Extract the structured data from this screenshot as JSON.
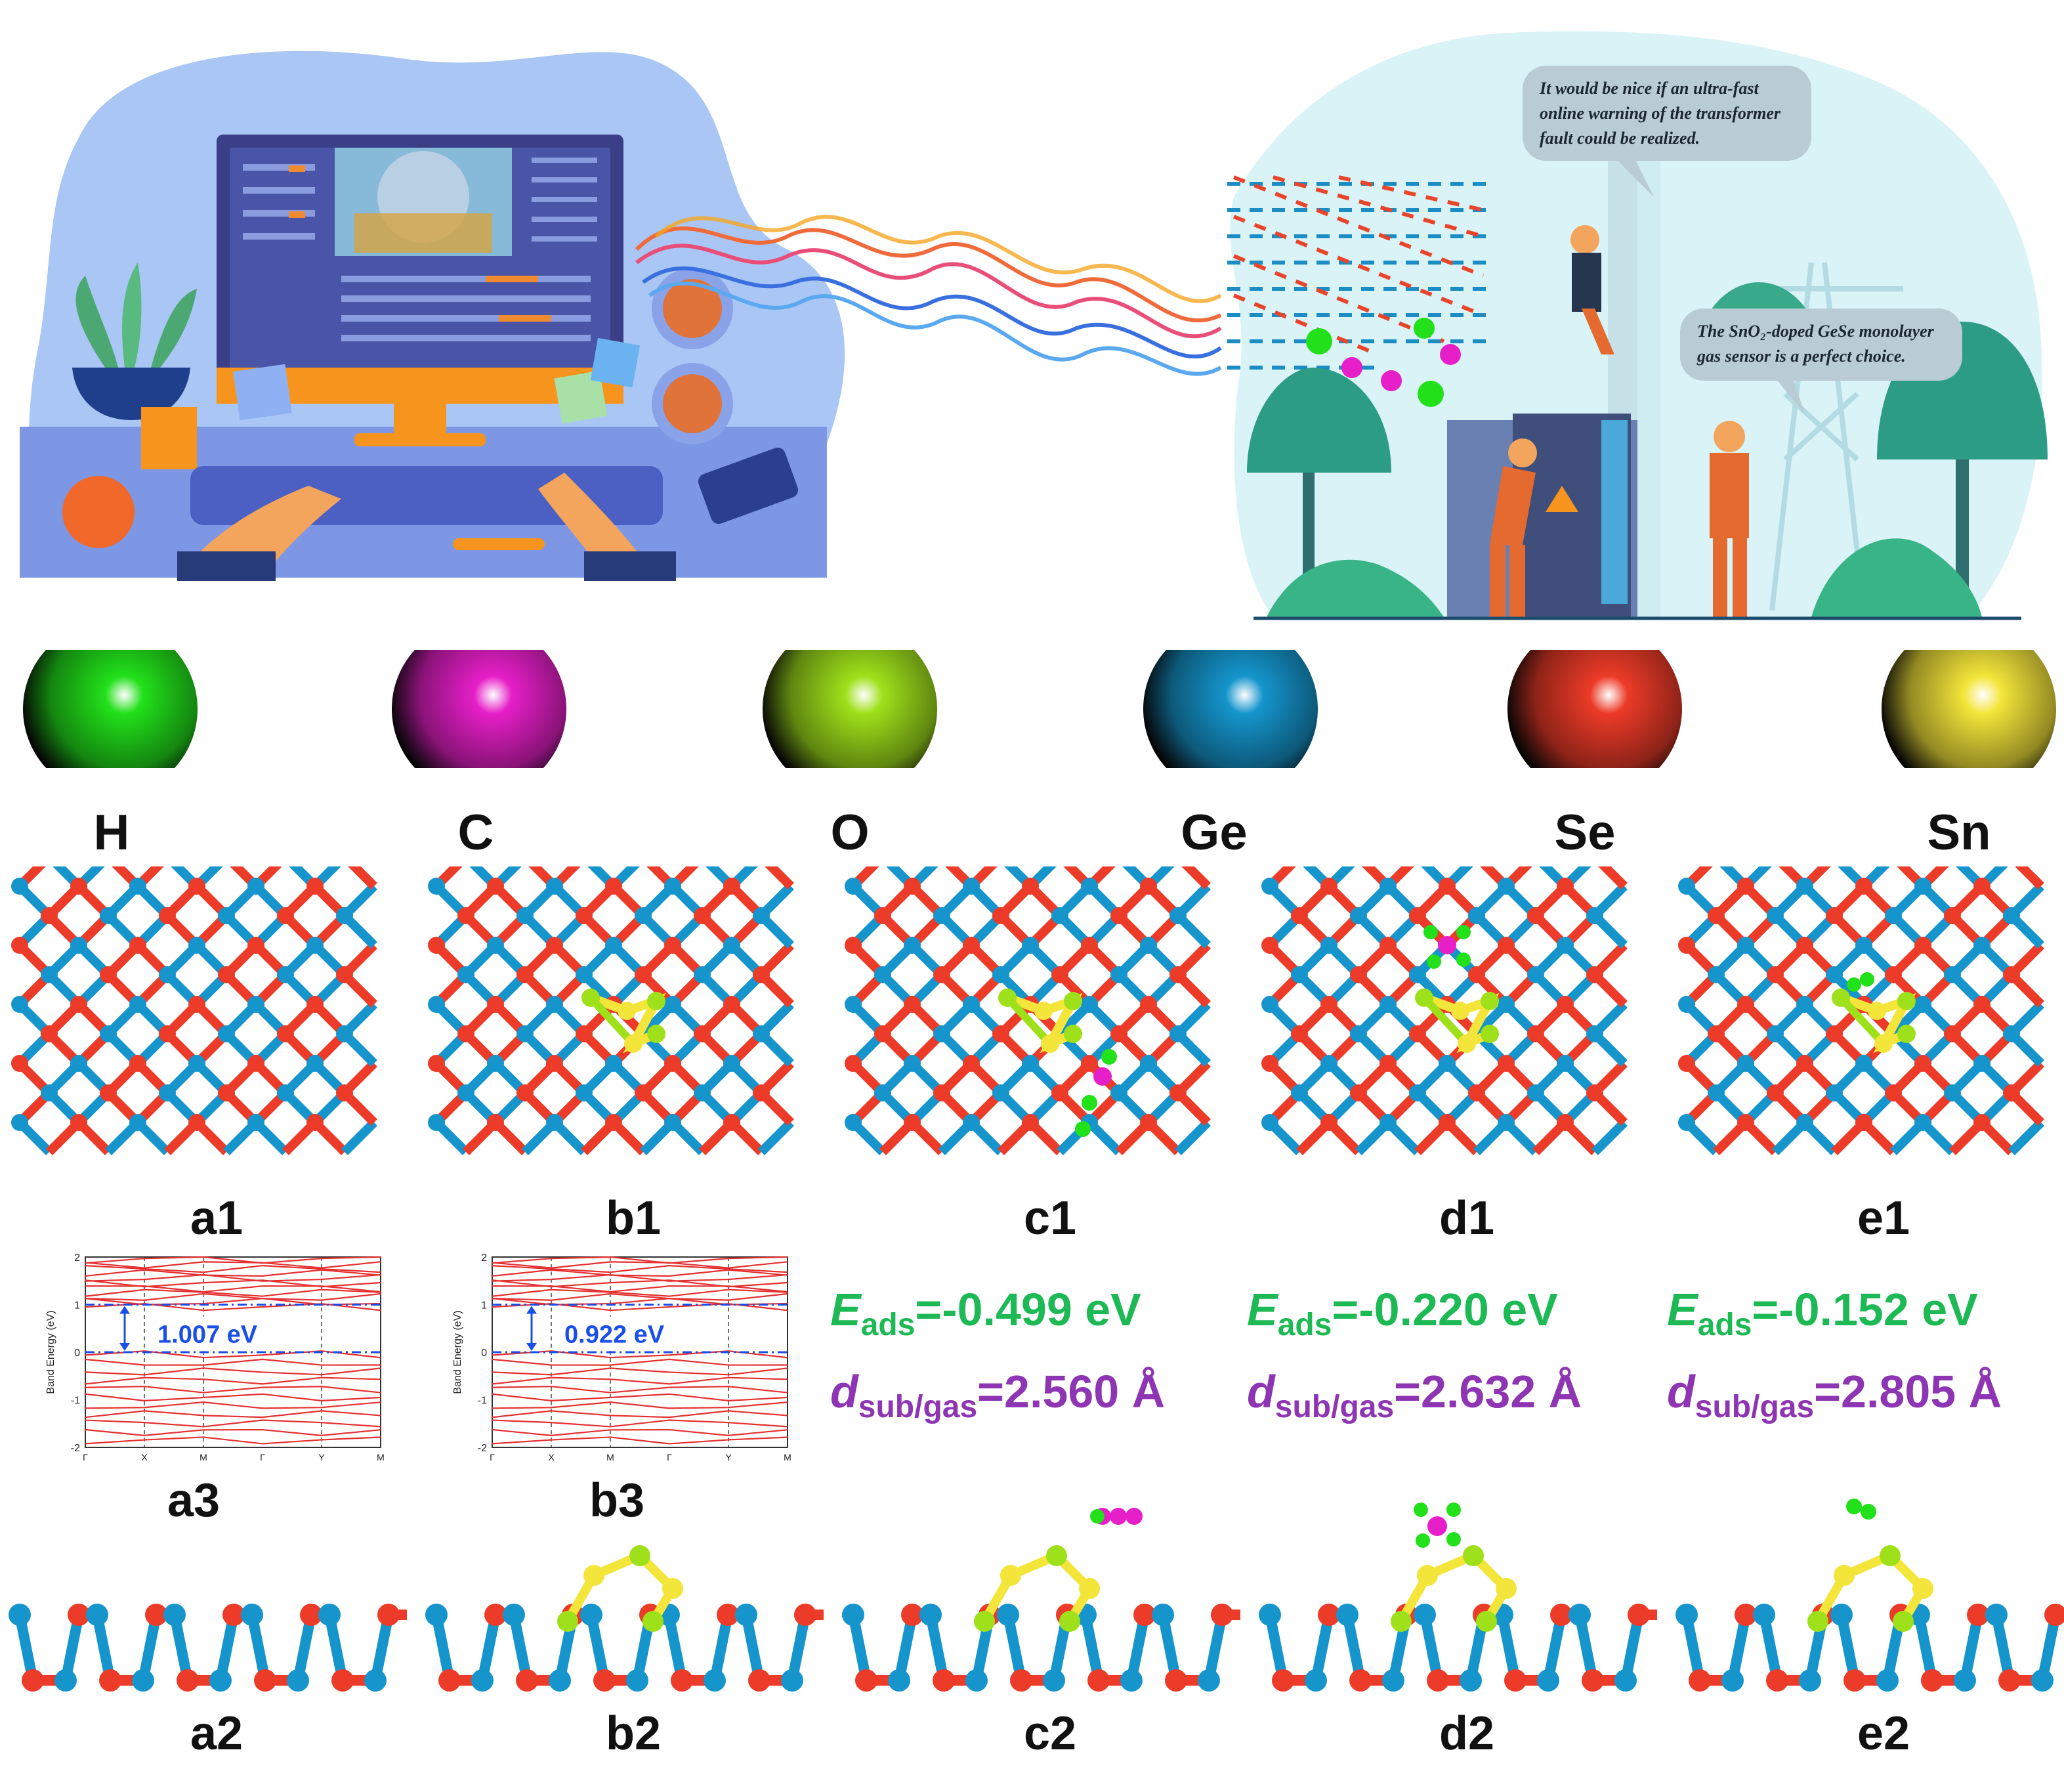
{
  "speech": {
    "top": "It would be nice if an ultra-fast online warning of the transformer fault could be realized.",
    "bottom": "The SnO₂-doped GeSe monolayer gas sensor is a perfect choice."
  },
  "elements": [
    {
      "symbol": "H",
      "color": "#22e01a"
    },
    {
      "symbol": "C",
      "color": "#e61fc8"
    },
    {
      "symbol": "O",
      "color": "#9ee01a"
    },
    {
      "symbol": "Ge",
      "color": "#1595cc"
    },
    {
      "symbol": "Se",
      "color": "#ec3b28"
    },
    {
      "symbol": "Sn",
      "color": "#f3e53a"
    }
  ],
  "panels": {
    "top": [
      "a1",
      "b1",
      "c1",
      "d1",
      "e1"
    ],
    "bands": [
      "a3",
      "b3"
    ],
    "side": [
      "a2",
      "b2",
      "c2",
      "d2",
      "e2"
    ]
  },
  "band_plots": [
    {
      "gap_label": "1.007 eV",
      "ylabel": "Band Energy (eV)",
      "yticks": [
        "2",
        "1",
        "0",
        "-1",
        "-2"
      ],
      "xticks": [
        "Γ",
        "X",
        "M",
        "Γ",
        "Y",
        "M"
      ]
    },
    {
      "gap_label": "0.922 eV",
      "ylabel": "Band Energy (eV)",
      "yticks": [
        "2",
        "1",
        "0",
        "-1",
        "-2"
      ],
      "xticks": [
        "Γ",
        "X",
        "M",
        "Γ",
        "Y",
        "M"
      ]
    }
  ],
  "adsorption": [
    {
      "eads_label": "E",
      "eads_sub": "ads",
      "eads_value": "=-0.499 eV",
      "d_label": "d",
      "d_sub": "sub/gas",
      "d_value": "=2.560 Å"
    },
    {
      "eads_label": "E",
      "eads_sub": "ads",
      "eads_value": "=-0.220 eV",
      "d_label": "d",
      "d_sub": "sub/gas",
      "d_value": "=2.632 Å"
    },
    {
      "eads_label": "E",
      "eads_sub": "ads",
      "eads_value": "=-0.152 eV",
      "d_label": "d",
      "d_sub": "sub/gas",
      "d_value": "=2.805 Å"
    }
  ]
}
